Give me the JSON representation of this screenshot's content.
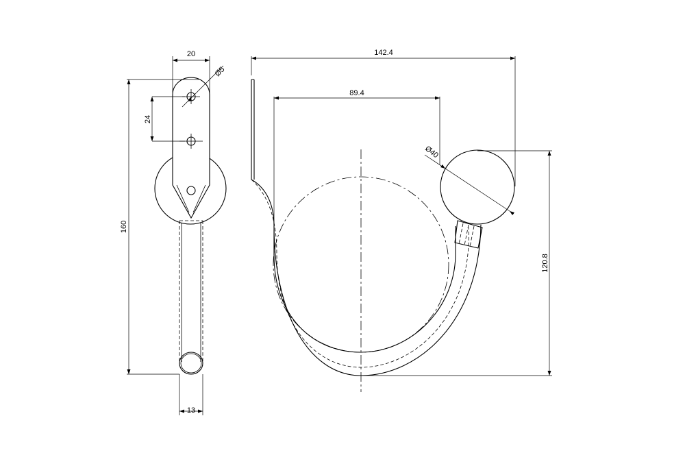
{
  "dimensions": {
    "plate_width": "20",
    "hole_diameter": "Ø5",
    "hole_spacing": "24",
    "total_height": "160",
    "rod_diameter": "13",
    "overall_width": "142.4",
    "inner_width": "89.4",
    "knob_diameter": "Ø40",
    "hook_height": "120.8"
  }
}
